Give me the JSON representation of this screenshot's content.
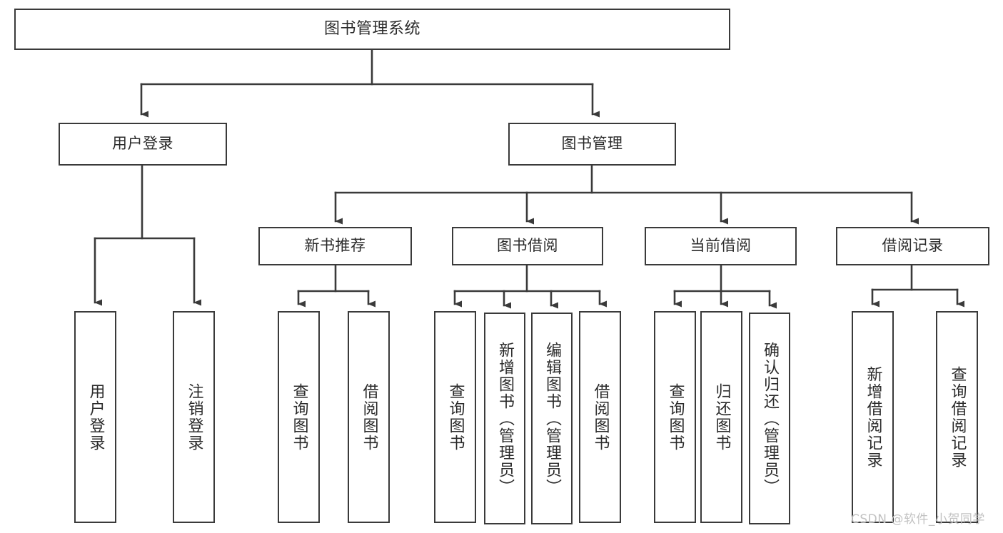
{
  "diagram": {
    "title": "图书管理系统",
    "type": "functional-structure-tree",
    "orientation": "top-down",
    "line_color": "#3a3a3a",
    "box_fill": "#ffffff",
    "text_color": "#2b2b2b",
    "root": {
      "label": "图书管理系统"
    },
    "tier1": [
      {
        "label": "用户登录"
      },
      {
        "label": "图书管理"
      }
    ],
    "tier2": [
      {
        "label": "新书推荐"
      },
      {
        "label": "图书借阅"
      },
      {
        "label": "当前借阅"
      },
      {
        "label": "借阅记录"
      }
    ],
    "leaves": {
      "user_login": [
        {
          "label": "用户登录"
        },
        {
          "label": "注销登录"
        }
      ],
      "new_book_recommend": [
        {
          "label": "查询图书"
        },
        {
          "label": "借阅图书"
        }
      ],
      "book_borrow": [
        {
          "label": "查询图书"
        },
        {
          "label": "新增图书（管理员）"
        },
        {
          "label": "编辑图书（管理员）"
        },
        {
          "label": "借阅图书"
        }
      ],
      "current_borrow": [
        {
          "label": "查询图书"
        },
        {
          "label": "归还图书"
        },
        {
          "label": "确认归还（管理员）"
        }
      ],
      "borrow_record": [
        {
          "label": "新增借阅记录"
        },
        {
          "label": "查询借阅记录"
        }
      ]
    }
  },
  "watermark": {
    "text": "CSDN @软件_小贺同学",
    "color": "#c2c2c2"
  }
}
